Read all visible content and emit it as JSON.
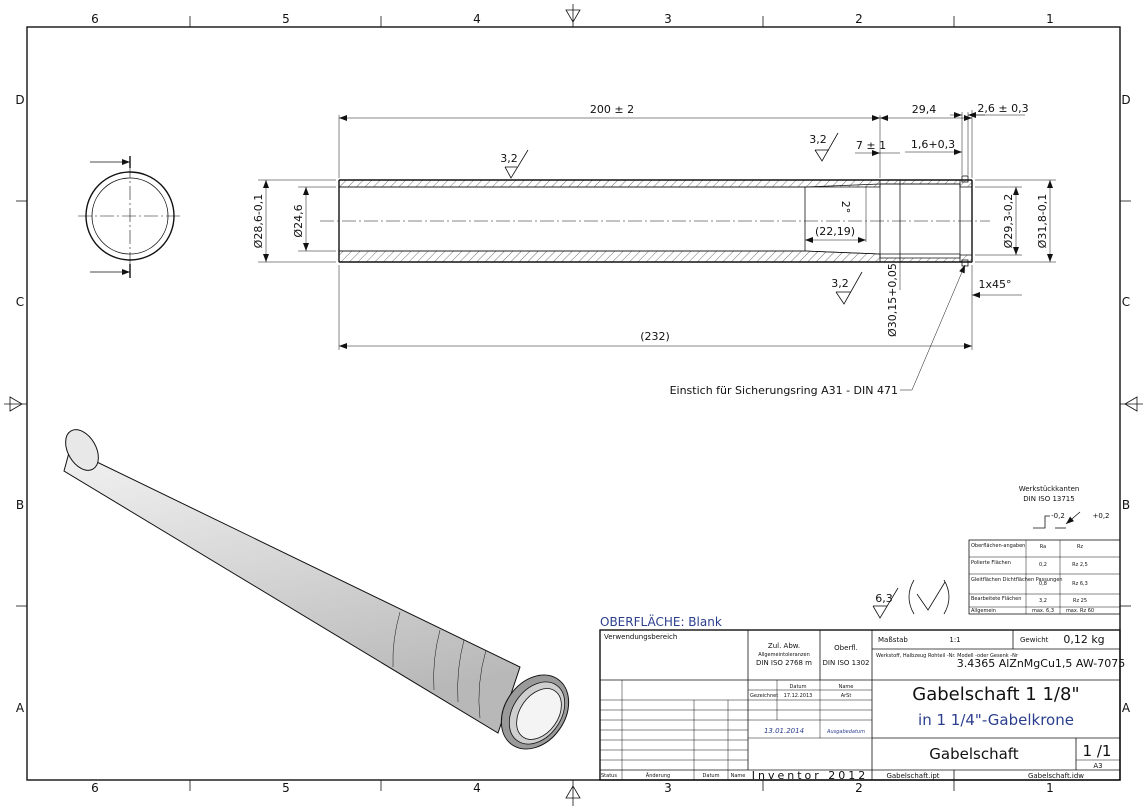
{
  "border": {
    "columns_top": [
      "6",
      "5",
      "4",
      "3",
      "2",
      "1"
    ],
    "columns_bottom": [
      "6",
      "5",
      "4",
      "3",
      "2",
      "1"
    ],
    "rows_left": [
      "D",
      "C",
      "B",
      "A"
    ],
    "rows_right": [
      "D",
      "C",
      "B",
      "A"
    ]
  },
  "dimensions": {
    "length_total": "200 ± 2",
    "length_29": "29,4",
    "length_26": "2,6 ± 0,3",
    "length_7": "7 ± 1",
    "length_16": "1,6+0,3",
    "length_2219": "(22,19)",
    "length_232": "(232)",
    "angle": "2°",
    "dia_286": "Ø28,6-0,1",
    "dia_246": "Ø24,6",
    "dia_293": "Ø29,3-0,2",
    "dia_318": "Ø31,8-0,1",
    "dia_3015": "Ø30,15+0,05",
    "chamfer": "1x45°",
    "rough_1": "3,2",
    "rough_2": "3,2",
    "rough_3": "3,2",
    "rough_general": "6,3"
  },
  "notes": {
    "groove": "Einstich für Sicherungsring A31 - DIN 471",
    "surface": "OBERFLÄCHE: Blank"
  },
  "edges": {
    "title": "Werkstückkanten",
    "norm": "DIN ISO 13715",
    "left_val": "-0,2",
    "right_val": "+0,2"
  },
  "surface_table": {
    "rows": [
      {
        "label": "Oberflächen-angaben",
        "a": "Ra",
        "b": "Rz"
      },
      {
        "label": "Polierte Flächen",
        "a": "0,2",
        "b": "Rz 2,5"
      },
      {
        "label": "Gleitflächen Dichtflächen Passungen",
        "a": "0,8",
        "b": "Rz 6,3"
      },
      {
        "label": "Bearbeitete Flächen",
        "a": "3,2",
        "b": "Rz 25"
      },
      {
        "label": "Allgemein",
        "a": "max. 6,3",
        "b": "max. Rz 60"
      }
    ]
  },
  "title_block": {
    "usage": "Verwendungsbereich",
    "tol_title": "Zul. Abw.",
    "tol_sub": "Allgemeintoleranzen",
    "tol_norm": "DIN ISO 2768 m",
    "surf_title": "Oberfl.",
    "surf_norm": "DIN ISO 1302",
    "scale_label": "Maßstab",
    "scale_value": "1:1",
    "weight_label": "Gewicht",
    "weight_value": "0,12 kg",
    "material_labels": "Werkstoff, Halbzeug Rohteil -Nr. Modell -oder Gesenk -Nr",
    "material_value": "3.4365 AlZnMgCu1,5 AW-7075",
    "date_label": "Datum",
    "name_label": "Name",
    "drawn_label": "Gezeichnet",
    "drawn_date": "17.12.2013",
    "drawn_name": "ArSt",
    "issue_date": "13.01.2014",
    "issue_label": "Ausgabedatum",
    "title_1": "Gabelschaft 1 1/8\"",
    "title_2": "in 1 1/4\"-Gabelkrone",
    "part_name": "Gabelschaft",
    "sheet": "1 /1",
    "format": "A3",
    "software": "Inventor 2012",
    "file_1": "Gabelschaft.ipt",
    "file_2": "Gabelschaft.idw",
    "col_status": "Status",
    "col_change": "Änderung",
    "col_date": "Datum",
    "col_name": "Name"
  }
}
